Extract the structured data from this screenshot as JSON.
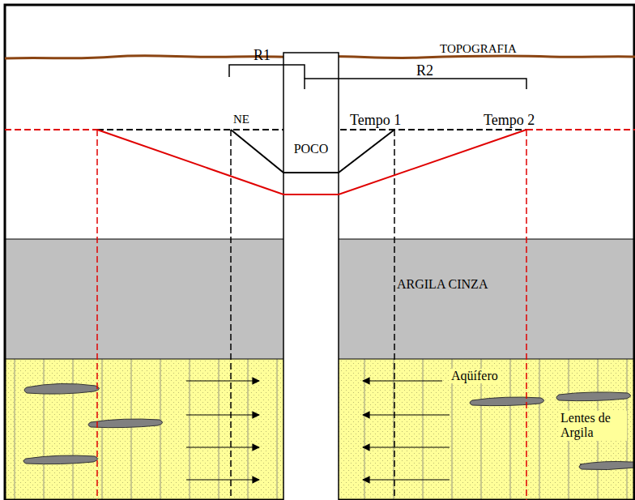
{
  "diagram": {
    "nodes": [
      {
        "text": [
          "POCO"
        ]
      },
      {
        "text": [
          "ARGILA CINZA"
        ]
      },
      {
        "text": [
          "Aqüífero",
          "Lentes de Argila"
        ]
      }
    ],
    "labels": [
      "TOPOGRAFIA",
      "R1",
      "R2",
      "NE",
      "Tempo 1",
      "Tempo 2"
    ]
  }
}
